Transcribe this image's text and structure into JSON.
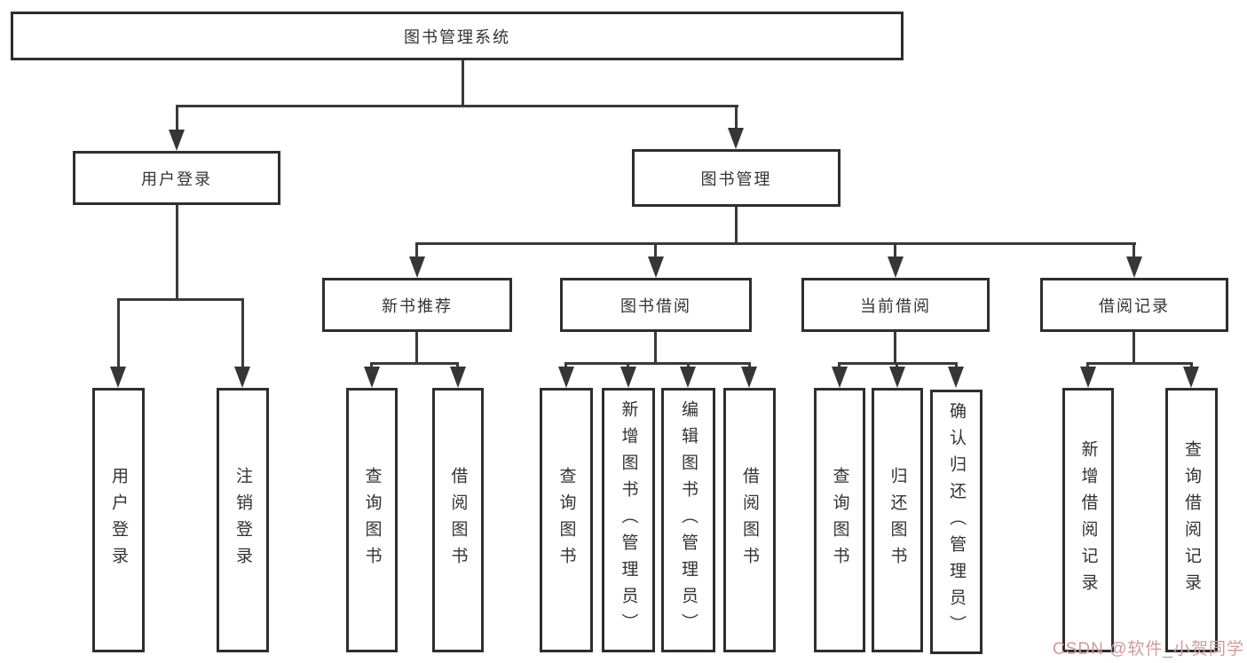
{
  "diagram": {
    "root": "图书管理系统",
    "user_login_branch": {
      "label": "用户登录",
      "leaves": [
        "用户登录",
        "注销登录"
      ]
    },
    "book_mgmt_branch": {
      "label": "图书管理",
      "children": [
        {
          "label": "新书推荐",
          "leaves": [
            "查询图书",
            "借阅图书"
          ]
        },
        {
          "label": "图书借阅",
          "leaves": [
            "查询图书",
            "新增图书（管理员）",
            "编辑图书（管理员）",
            "借阅图书"
          ]
        },
        {
          "label": "当前借阅",
          "leaves": [
            "查询图书",
            "归还图书",
            "确认归还（管理员）"
          ]
        },
        {
          "label": "借阅记录",
          "leaves": [
            "新增借阅记录",
            "查询借阅记录"
          ]
        }
      ]
    }
  },
  "watermark": {
    "text": "CSDN @软件_小贺同学",
    "color": "#d29a9c"
  },
  "colors": {
    "background": "#ffffff",
    "box_border": "#2e2e2e",
    "connector": "#3a3a3a",
    "text": "#333333"
  }
}
